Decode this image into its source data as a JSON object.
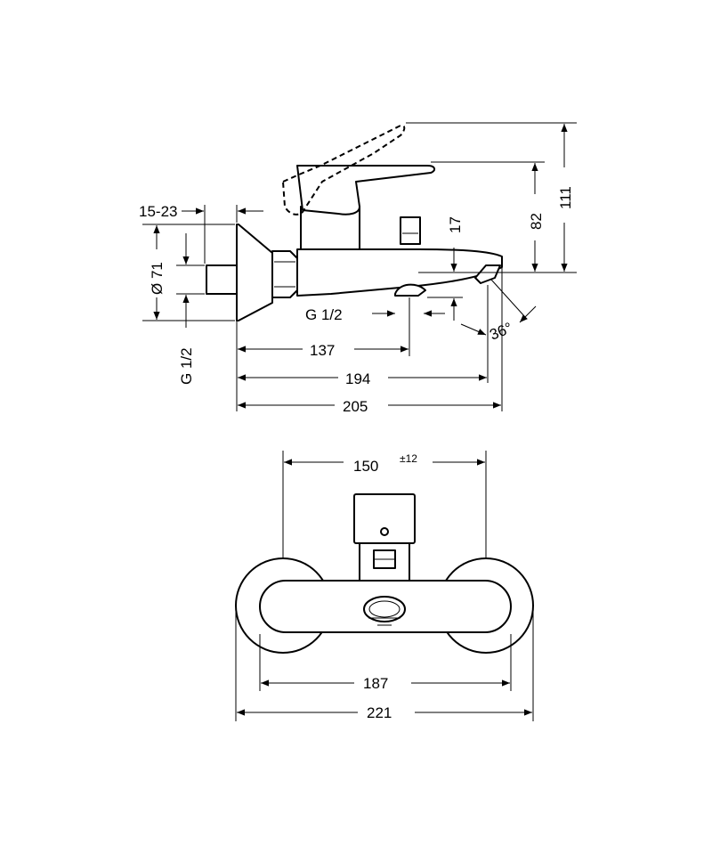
{
  "side_view": {
    "dims": {
      "wall_thickness": "15-23",
      "flange_diameter": "Ø 71",
      "inlet_thread_left": "G 1/2",
      "outlet_thread": "G 1/2",
      "outlet_drop": "17",
      "spray_angle": "36°",
      "depth_137": "137",
      "depth_194": "194",
      "depth_205": "205",
      "height_82": "82",
      "height_111": "111"
    }
  },
  "front_view": {
    "dims": {
      "center_distance": "150",
      "center_tolerance": "±12",
      "inner_width": "187",
      "overall_width": "221"
    }
  },
  "colors": {
    "line": "#000000",
    "background": "#ffffff"
  }
}
